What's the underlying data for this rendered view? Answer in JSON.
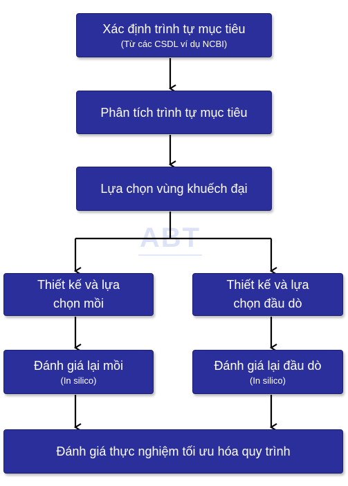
{
  "colors": {
    "box_fill": "#2b2f9b",
    "box_text": "#ffffff",
    "connector": "#000000",
    "watermark": "#dde3f7"
  },
  "watermark": "ABT",
  "steps": {
    "identify": {
      "title": "Xác định trình tự mục tiêu",
      "note": "(Từ các CSDL ví dụ NCBI)"
    },
    "analyze": {
      "title": "Phân tích trình tự mục tiêu"
    },
    "select_region": {
      "title": "Lựa chọn vùng khuếch đại"
    },
    "design_primer": {
      "title": "Thiết kế và lựa\nchọn  mồi"
    },
    "design_probe": {
      "title": "Thiết kế và lựa\nchọn đầu dò"
    },
    "evaluate_primer": {
      "title": "Đánh giá lại mồi",
      "note": "(In silico)"
    },
    "evaluate_probe": {
      "title": "Đánh giá lại đầu dò",
      "note": "(In silico)"
    },
    "optimize": {
      "title": "Đánh giá thực nghiệm tối ưu hóa quy  trình"
    }
  }
}
